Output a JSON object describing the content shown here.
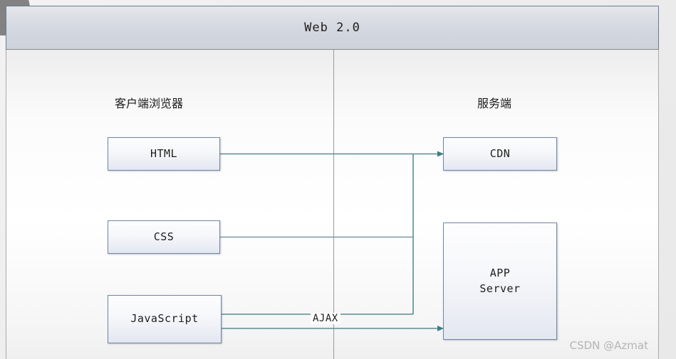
{
  "diagram": {
    "title": "Web 2.0",
    "watermark": "CSDN @Azmat",
    "colors": {
      "node_border": "#7185a6",
      "node_fill_top": "#fdfdfe",
      "node_fill_bottom": "#e3e7f0",
      "connector": "#5b8c92",
      "divider": "#9a9a9a",
      "title_bar_top": "#e4e6ea",
      "title_bar_bottom": "#cdd2db",
      "watermark_color": "#b5b5b5"
    },
    "columns": [
      {
        "key": "client",
        "caption": "客户端浏览器"
      },
      {
        "key": "server",
        "caption": "服务端"
      }
    ],
    "nodes": [
      {
        "id": "html",
        "label": "HTML",
        "column": "client"
      },
      {
        "id": "css",
        "label": "CSS",
        "column": "client"
      },
      {
        "id": "js",
        "label": "JavaScript",
        "column": "client"
      },
      {
        "id": "cdn",
        "label": "CDN",
        "column": "server"
      },
      {
        "id": "app",
        "label": "APP\nServer",
        "column": "server",
        "line1": "APP",
        "line2": "Server"
      }
    ],
    "edges": [
      {
        "id": "html-cdn",
        "from": "html",
        "to": "cdn",
        "label": "",
        "arrow": true
      },
      {
        "id": "css-cdn",
        "from": "css",
        "to": "cdn",
        "label": "",
        "arrow": true
      },
      {
        "id": "js-cdn",
        "from": "js",
        "to": "cdn",
        "label": "",
        "arrow": true
      },
      {
        "id": "js-app",
        "from": "js",
        "to": "app",
        "label": "AJAX",
        "arrow": true
      }
    ]
  }
}
